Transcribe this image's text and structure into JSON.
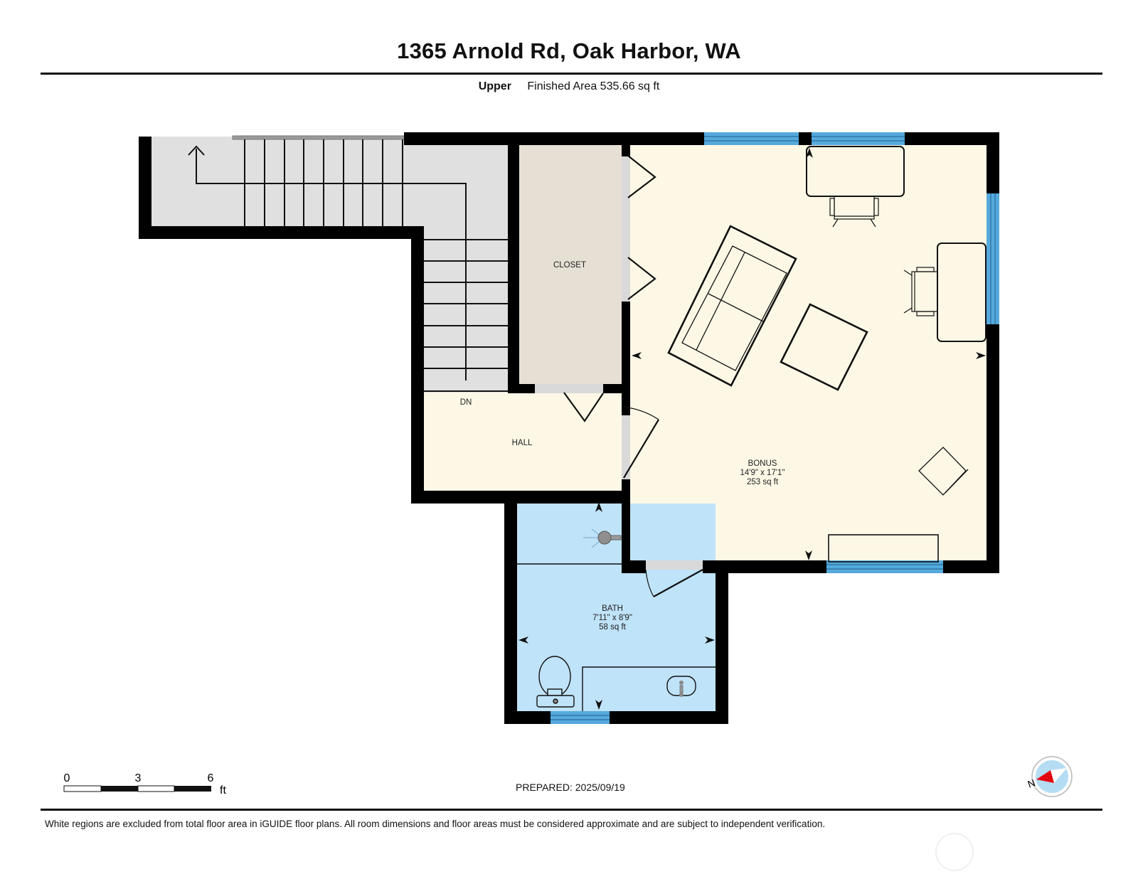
{
  "header": {
    "title": "1365 Arnold Rd, Oak Harbor, WA",
    "level": "Upper",
    "finished_area": "Finished Area 535.66 sq ft"
  },
  "rooms": [
    {
      "name": "CLOSET",
      "dims": "",
      "area": ""
    },
    {
      "name": "HALL",
      "dims": "",
      "area": ""
    },
    {
      "name": "BONUS",
      "dims": "14'9\" x 17'1\"",
      "area": "253 sq ft"
    },
    {
      "name": "BATH",
      "dims": "7'11\" x 8'9\"",
      "area": "58 sq ft"
    }
  ],
  "labels": {
    "stairs_down": "DN"
  },
  "colors": {
    "wall": "#000000",
    "stairs": "#e0e0e0",
    "closet": "#e6dfd3",
    "hall": "#fdf8e6",
    "bonus": "#fdf8e6",
    "bath": "#bfe3f8",
    "window": "#55a9dd",
    "door_opening": "#d9d9d9",
    "compass_red": "#e3000f",
    "compass_blue": "#b4dcf3"
  },
  "scale_bar": {
    "ticks": [
      "0",
      "3",
      "6"
    ],
    "unit": "ft"
  },
  "footer": {
    "prepared": "PREPARED: 2025/09/19",
    "disclaimer": "White regions are excluded from total floor area in iGUIDE floor plans. All room dimensions and floor areas must be considered approximate and are subject to independent verification."
  },
  "compass": {
    "label": "N"
  }
}
